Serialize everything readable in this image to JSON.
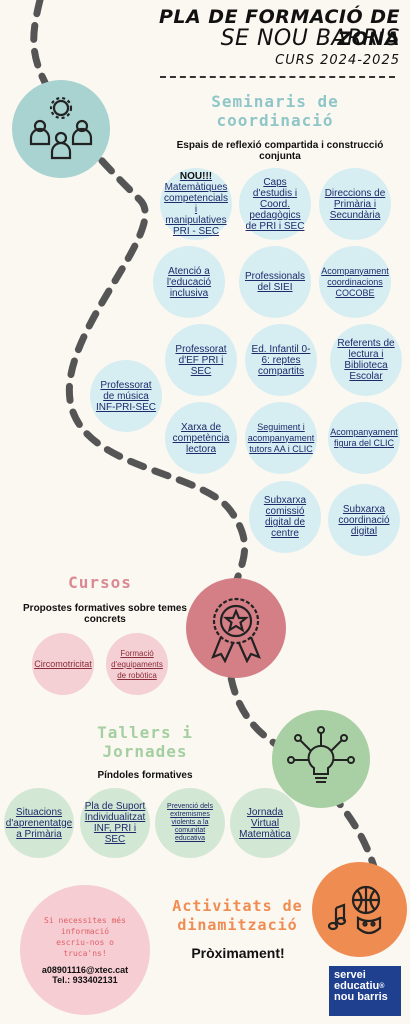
{
  "header": {
    "title": "PLA DE FORMACIÓ DE ZONA",
    "subtitle": "SE NOU BARRIS",
    "course": "CURS 2024-2025"
  },
  "seminaris": {
    "title_line1": "Seminaris de",
    "title_line2": "coordinació",
    "subtitle_line1": "Espais de reflexió compartida i construcció",
    "subtitle_line2": "conjunta",
    "nou_label": "NOU!!!",
    "items": [
      "Matemàtiques competencials i manipulatives PRI - SEC",
      "Caps d'estudis i Coord. pedagògics de PRI i SEC",
      "Direccions de Primària i Secundària",
      "Atenció a l'educació inclusiva",
      "Professionals del SIEI",
      "Acompanyament coordinacions COCOBE",
      "Professorat d'EF PRI i SEC",
      "Ed. Infantil 0-6: reptes compartits",
      "Referents de lectura i Biblioteca Escolar",
      "Professorat de música INF-PRI-SEC",
      "Xarxa de competència lectora",
      "Seguiment i acompanyament tutors AA i CLIC",
      "Acompanyament figura del CLIC",
      "Subxarxa comissió digital de centre",
      "Subxarxa coordinació digital"
    ]
  },
  "cursos": {
    "title": "Cursos",
    "subtitle_line1": "Propostes formatives sobre temes",
    "subtitle_line2": "concrets",
    "items": [
      "Circomotricitat",
      "Formació d'equipaments de robòtica"
    ]
  },
  "tallers": {
    "title_line1": "Tallers i",
    "title_line2": "Jornades",
    "subtitle": "Píndoles formatives",
    "items": [
      "Situacions d'aprenentatge a Primària",
      "Pla de Suport Individualitzat INF, PRI i SEC",
      "Prevenció dels extremismes violents a la comunitat educativa",
      "Jornada Virtual Matemàtica"
    ]
  },
  "activitats": {
    "title_line1": "Activitats de",
    "title_line2": "dinamització",
    "status": "Pròximament!"
  },
  "contact": {
    "msg_line1": "Si necessites més",
    "msg_line2": "informació",
    "msg_line3": "escriu-nos o",
    "msg_line4": "truca'ns!",
    "email": "a08901116@xtec.cat",
    "phone": "Tel.: 933402131"
  },
  "logo": {
    "line1": "servei",
    "line2": "educatiu",
    "mark": "®",
    "line3": "nou barris"
  },
  "colors": {
    "teal": "#a8d3d1",
    "rose": "#d47f86",
    "green": "#a9d0a4",
    "orange": "#ef8c52",
    "section_teal": "#8fc6c8",
    "section_rose": "#d98a92",
    "section_green": "#a4cfa1",
    "section_orange": "#ef8c52"
  }
}
